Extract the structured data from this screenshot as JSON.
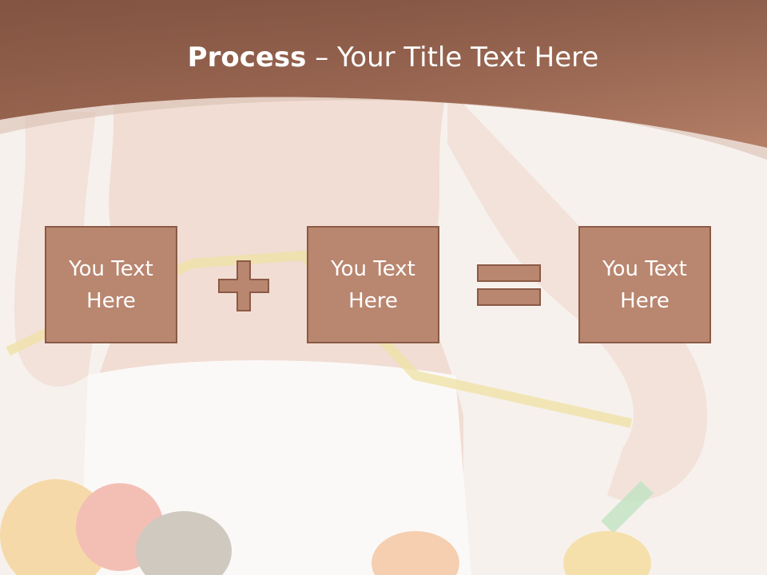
{
  "title": {
    "bold": "Process",
    "separator": " – ",
    "rest": "Your Title Text Here"
  },
  "boxes": [
    {
      "text": "You Text Here"
    },
    {
      "text": "You Text Here"
    },
    {
      "text": "You Text Here"
    }
  ],
  "operators": [
    "plus",
    "equals"
  ],
  "colors": {
    "header": "#8a5a46",
    "box_fill": "#b9866f",
    "box_border": "#8a5a46",
    "text": "#ffffff"
  }
}
